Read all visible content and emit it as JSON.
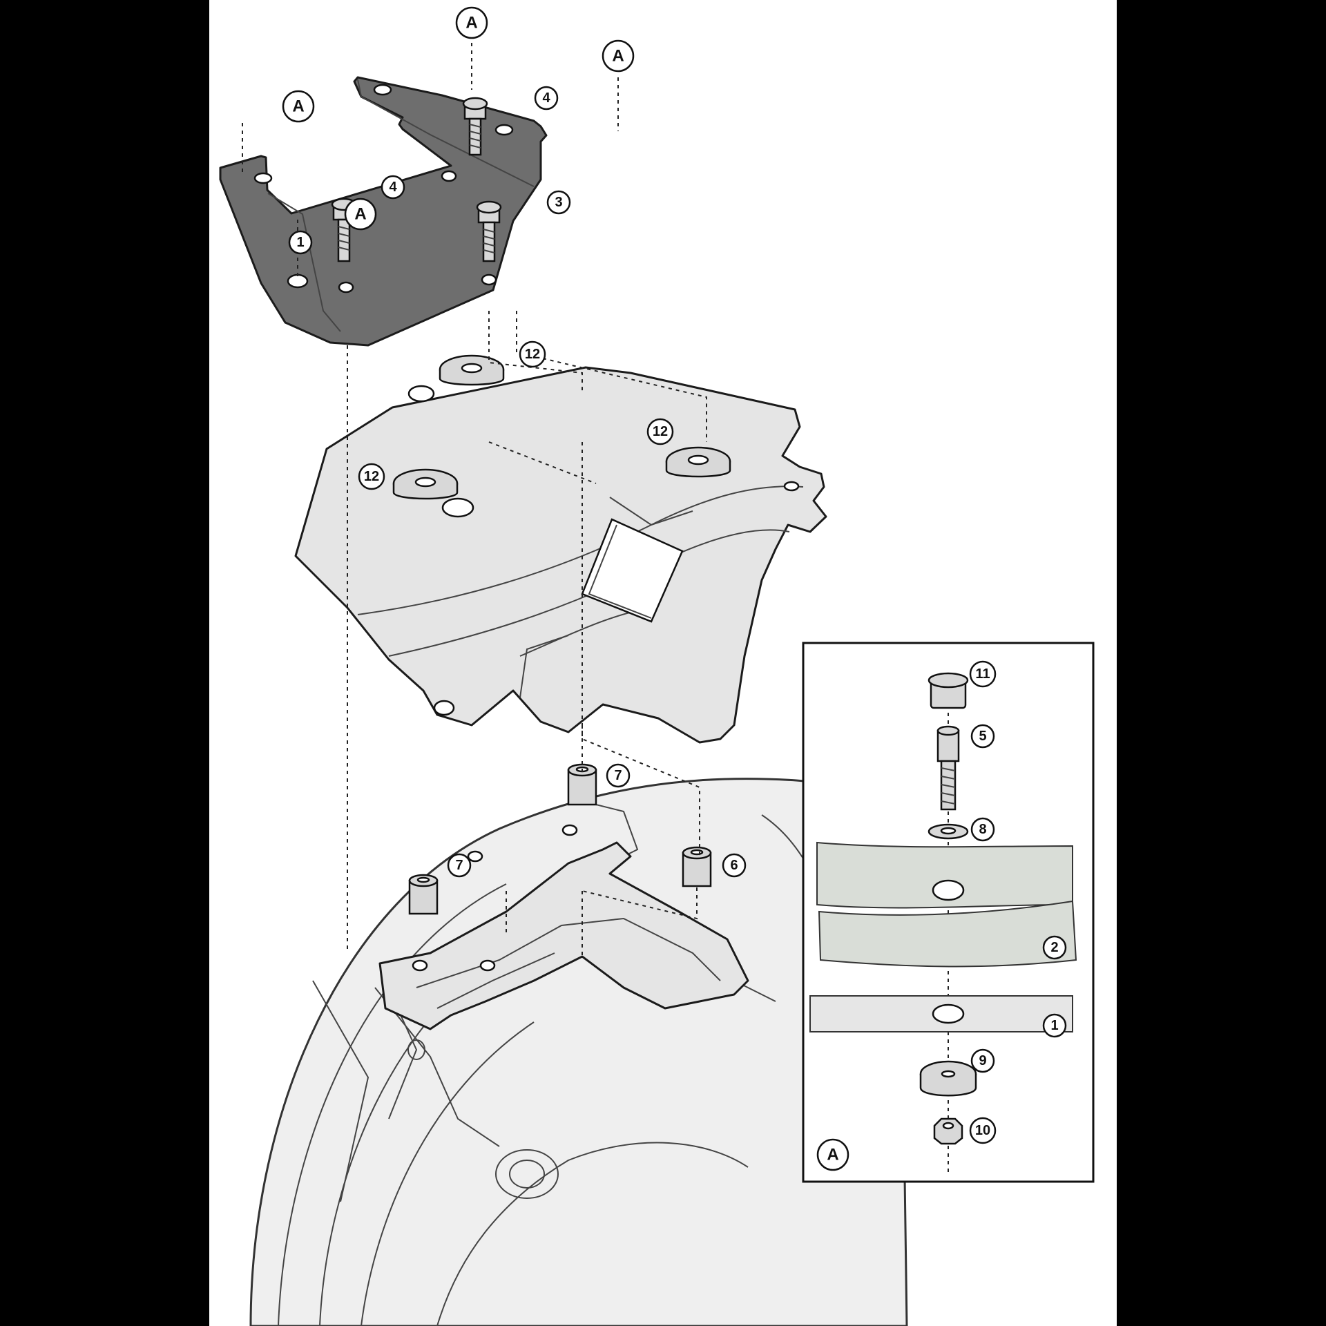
{
  "assembly_callouts": [
    "A",
    "A",
    "A",
    "A",
    "1",
    "4",
    "4",
    "3",
    "12",
    "12",
    "12",
    "7",
    "7",
    "6"
  ],
  "detail_panel": {
    "label": "A",
    "callouts": [
      "11",
      "5",
      "8",
      "2",
      "1",
      "9",
      "10"
    ]
  },
  "colors": {
    "background": "#000000",
    "sheet": "#ffffff",
    "metal_plate": "#6e6e6e",
    "plastic_plate": "#e5e5e5",
    "detail_band": "#d9ddd7"
  }
}
